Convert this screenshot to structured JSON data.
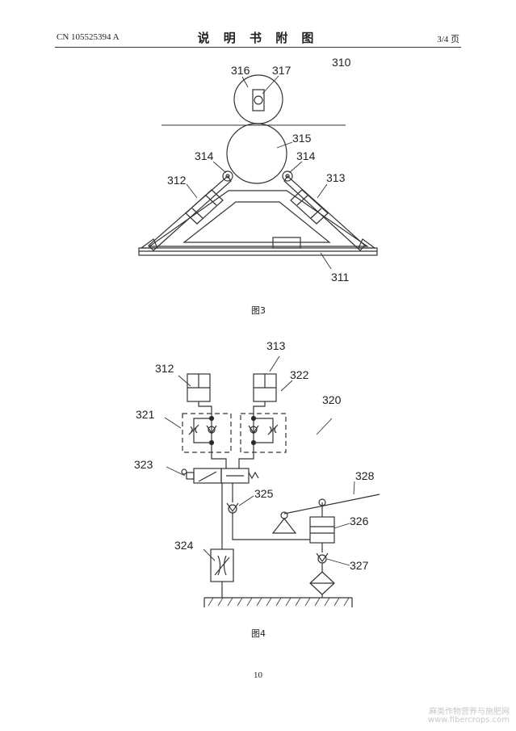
{
  "header": {
    "publication_number": "CN 105525394 A",
    "document_title": "说 明 书 附 图",
    "page_count": "3/4 页"
  },
  "figure3": {
    "caption": "图3",
    "labels": [
      "310",
      "311",
      "312",
      "313",
      "314",
      "314",
      "315",
      "316",
      "317"
    ]
  },
  "figure4": {
    "caption": "图4",
    "labels": [
      "312",
      "313",
      "320",
      "321",
      "322",
      "323",
      "324",
      "325",
      "326",
      "327",
      "328"
    ]
  },
  "footer": {
    "page_number": "10"
  },
  "watermark": {
    "site_name": "麻类作物营养与施肥网",
    "url": "www.fibercrops.com"
  }
}
